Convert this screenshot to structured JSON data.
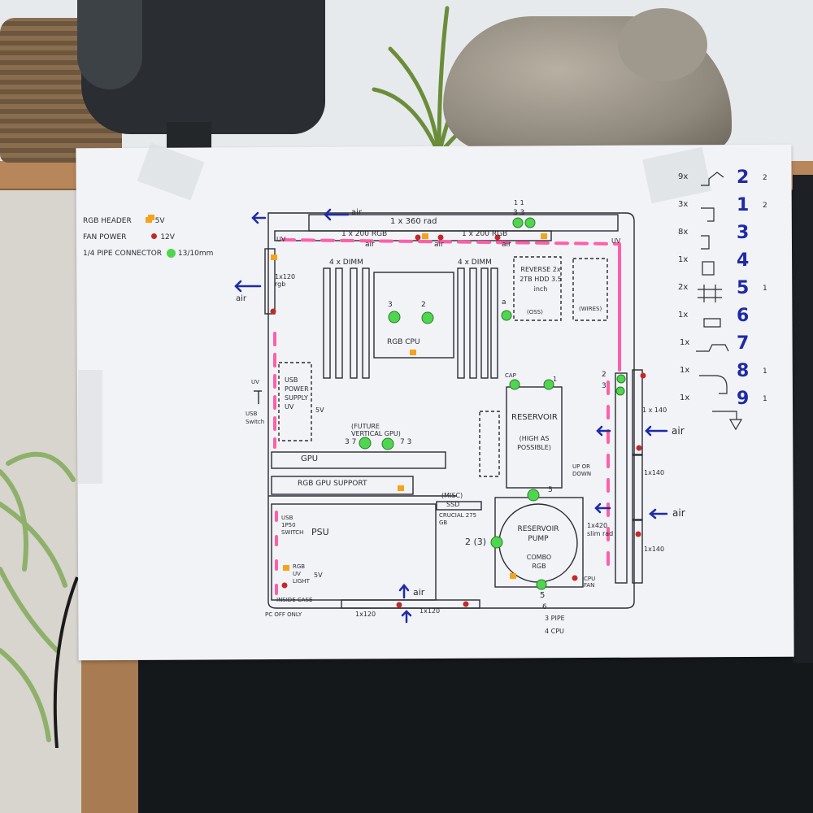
{
  "colors": {
    "paper": "#f2f3f7",
    "ink": "#2b2b33",
    "blue_ink": "#1e2aa8",
    "pink_uv": "#ff5fa8",
    "green_connector": "#4fd64f",
    "orange_rgb_header": "#f7a21b",
    "red_fan_power": "#c22a2a",
    "wood_shelf": "#b9875a",
    "wall": "#d8d6cf",
    "window": "#e9ecef",
    "black_board": "#15181b"
  },
  "legend": {
    "rgb_header": "RGB HEADER",
    "rgb_value": "5V",
    "fan_power": "FAN POWER",
    "fan_value": "12V",
    "pipe_connector": "1/4 PIPE CONNECTOR",
    "pipe_value": "13/10mm"
  },
  "fittings": [
    {
      "qty": "9x",
      "number": "2",
      "note": "2",
      "icon": "angled-fitting-icon"
    },
    {
      "qty": "3x",
      "number": "1",
      "note": "2",
      "icon": "elbow-fitting-icon"
    },
    {
      "qty": "8x",
      "number": "3",
      "note": "",
      "icon": "straight-fitting-icon"
    },
    {
      "qty": "1x",
      "number": "4",
      "note": "",
      "icon": "extender-fitting-icon"
    },
    {
      "qty": "2x",
      "number": "5",
      "note": "1",
      "icon": "double-fitting-icon"
    },
    {
      "qty": "1x",
      "number": "6",
      "note": "",
      "icon": "tee-fitting-icon"
    },
    {
      "qty": "1x",
      "number": "7",
      "note": "",
      "icon": "rotary-fitting-icon"
    },
    {
      "qty": "1x",
      "number": "8",
      "note": "1",
      "icon": "90-degree-fitting-icon"
    },
    {
      "qty": "1x",
      "number": "9",
      "note": "1",
      "icon": "valve-fitting-icon"
    }
  ],
  "case_labels": {
    "top_rad": "1 x 360 rad",
    "top_fan_left": "1 x 200 RGB",
    "top_fan_right": "1 x 200 RGB",
    "air": "air",
    "uv": "UV",
    "rear_fan": "1x120 rgb",
    "dimm_left": "4 x DIMM",
    "dimm_right": "4 x DIMM",
    "cpu": "RGB CPU",
    "cpu_num_left": "3",
    "cpu_num_right": "2",
    "hdd": "REVERSE 2x 2TB HDD 3.5 inch",
    "hdd_sub": "(OSS)",
    "hdd_sub2": "(WIRES)",
    "usb_power": "USB POWER SUPPLY UV",
    "usb_5v": "5V",
    "usb_switch": "USB Switch",
    "future_gpu": "(FUTURE VERTICAL GPU)",
    "gpu_nums_left": "3 7",
    "gpu_nums_right": "7 3",
    "gpu": "GPU",
    "gpu_support": "RGB GPU SUPPORT",
    "reservoir": "RESERVOIR",
    "reservoir_sub": "(HIGH AS POSSIBLE)",
    "cap": "CAP",
    "updown": "UP OR DOWN",
    "misc": "(MISC)",
    "ssd": "SSD",
    "ssd_sub": "CRUCIAL 275 GB",
    "pump": "RESERVOIR PUMP",
    "pump_sub": "COMBO RGB",
    "pump_num": "5",
    "pump_num_bottom": "5",
    "pump_num_left": "2 (3)",
    "cpu_fan": "CPU FAN",
    "slim_rad": "1x420 slim rad",
    "side_fan_top": "1 x 140",
    "side_fan_mid": "1x140",
    "side_fan_bot": "1x140",
    "psu": "PSU",
    "psu_usb": "USB 1P50 SWITCH",
    "rgb_uv_light": "RGB UV LIGHT",
    "rgb_uv_5v": "5V",
    "inside_case": "INSIDE CASE",
    "pc_off": "PC OFF ONLY",
    "bottom_fan_left": "1x120",
    "bottom_fan_right": "1x120",
    "pipe_note_a": "6",
    "pipe_note_b": "3 PIPE",
    "pipe_note_c": "4 CPU",
    "num_a": "1 1",
    "num_b": "3 3",
    "num_c": "2",
    "num_d": "3",
    "num_e": "a",
    "num_f": "1"
  }
}
